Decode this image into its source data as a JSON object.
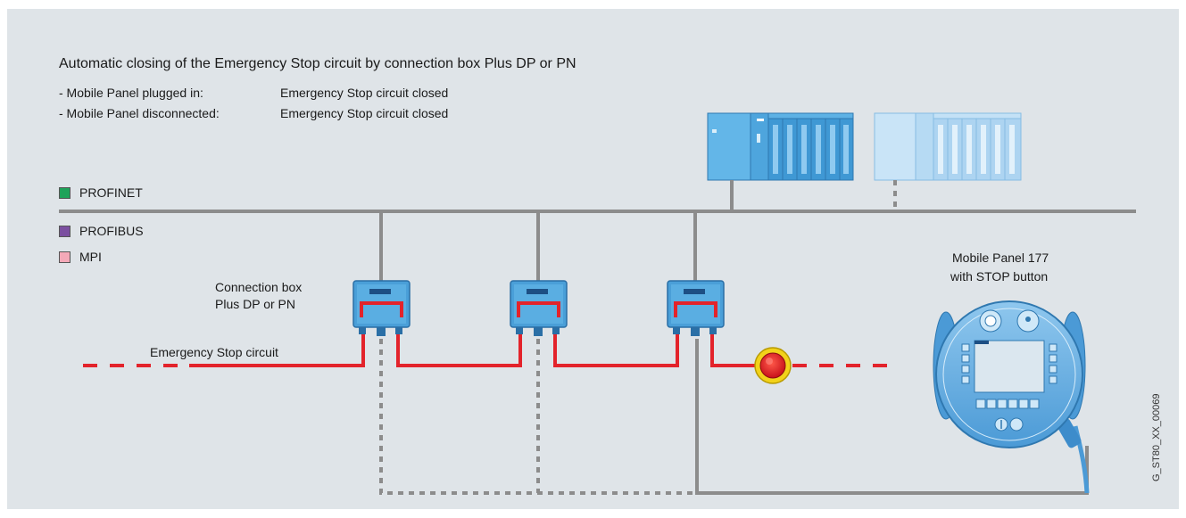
{
  "title": "Automatic closing of the Emergency Stop circuit by connection box Plus DP or PN",
  "notes": [
    {
      "label": "- Mobile Panel plugged in:",
      "value": "Emergency Stop circuit closed"
    },
    {
      "label": "- Mobile Panel disconnected:",
      "value": "Emergency Stop circuit closed"
    }
  ],
  "legend": [
    {
      "name": "PROFINET",
      "color": "#1fa35a",
      "icon": "square-swatch"
    },
    {
      "name": "PROFIBUS",
      "color": "#7b4fa0",
      "icon": "square-swatch"
    },
    {
      "name": "MPI",
      "color": "#f4a9b8",
      "icon": "square-swatch"
    }
  ],
  "labels": {
    "connection_box_line1": "Connection box",
    "connection_box_line2": "Plus DP or PN",
    "emergency_stop_circuit": "Emergency Stop circuit",
    "mobile_panel_line1": "Mobile Panel 177",
    "mobile_panel_line2": "with STOP button",
    "figure_id": "G_ST80_XX_00069"
  },
  "colors": {
    "bus": "#8c8c8c",
    "estop": "#e3232b",
    "device_blue": "#4a9fd8",
    "device_light": "#a9d2f0",
    "background": "#dfe4e8"
  }
}
